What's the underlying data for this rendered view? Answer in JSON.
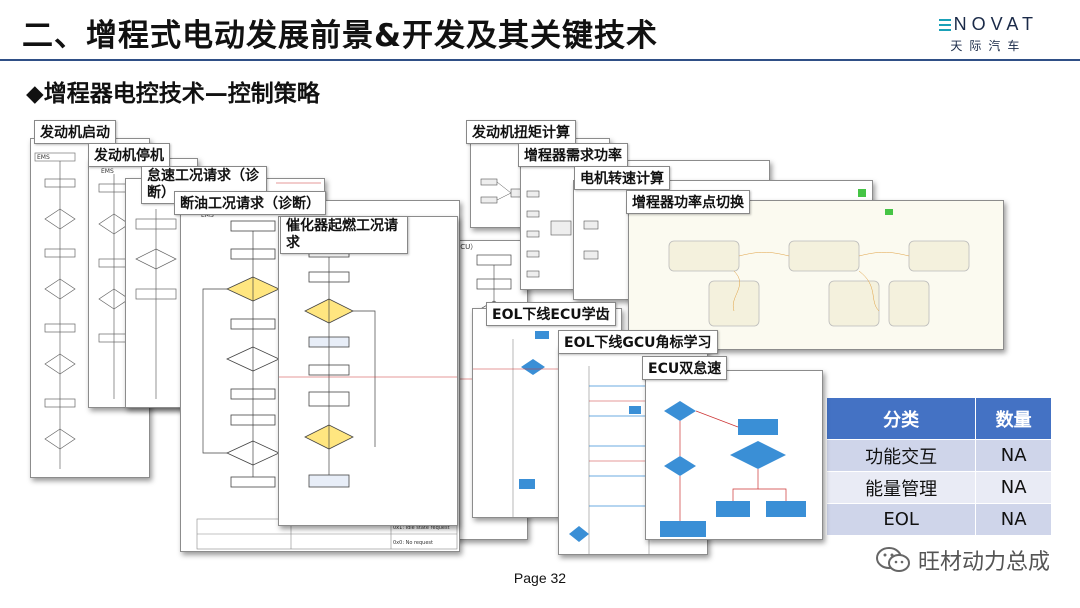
{
  "header": {
    "title": "二、增程式电动发展前景&开发及其关键技术",
    "logo_word": "NOVAT",
    "logo_sub": "天际汽车"
  },
  "subtitle": "◆增程器电控技术—控制策略",
  "docs_left": [
    {
      "label": "发动机启动"
    },
    {
      "label": "发动机停机"
    },
    {
      "label": "怠速工况请求（诊断）"
    },
    {
      "label": "断油工况请求（诊断）"
    },
    {
      "label": "催化器起燃工况请求"
    }
  ],
  "docs_right": [
    {
      "label": "发动机扭矩计算"
    },
    {
      "label": "增程器需求功率"
    },
    {
      "label": "电机转速计算"
    },
    {
      "label": "增程器功率点切换"
    }
  ],
  "docs_bottom": [
    {
      "label": "EOL下线ECU学齿"
    },
    {
      "label": "EOL下线GCU角标学习"
    },
    {
      "label": "ECU双怠速"
    }
  ],
  "diagram_text": {
    "ems": "EMS",
    "vcu": "VCU（GCU）",
    "state_a": "0x1: Idle state request",
    "state_b": "0x0: No request",
    "state_c": "0x1: Idle state request"
  },
  "table": {
    "headers": [
      "分类",
      "数量"
    ],
    "rows": [
      [
        "功能交互",
        "NA"
      ],
      [
        "能量管理",
        "NA"
      ],
      [
        "EOL",
        "NA"
      ]
    ]
  },
  "page_label": "Page  32",
  "watermark": "旺材动力总成",
  "colors": {
    "accent": "#4472c4",
    "rule": "#2f4f86",
    "flow_decision": "#ffe680",
    "flow_blue": "#3a8fd6"
  }
}
